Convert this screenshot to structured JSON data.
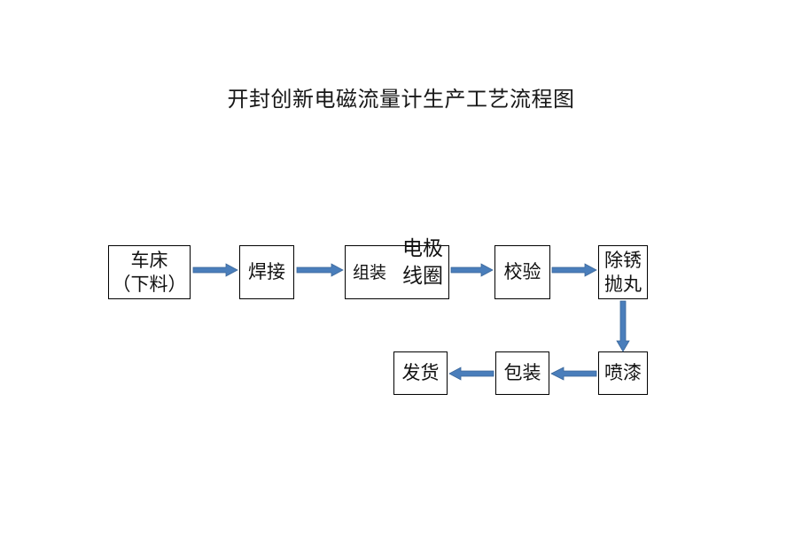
{
  "title": "开封创新电磁流量计生产工艺流程图",
  "colors": {
    "arrow": "#4a7ebb",
    "arrow_edge": "#3a6699",
    "box_border": "#000000",
    "box_fill": "#ffffff",
    "background": "#ffffff",
    "text": "#111111"
  },
  "chart_data": {
    "type": "diagram",
    "diagram_kind": "process-flowchart",
    "title": "开封创新电磁流量计生产工艺流程图",
    "orientation": "left-to-right, then wraps right-to-left",
    "nodes": [
      {
        "id": "lathe",
        "label": "车床\n（下料）",
        "row": 1,
        "order": 1
      },
      {
        "id": "welding",
        "label": "焊接",
        "row": 1,
        "order": 2
      },
      {
        "id": "assembly",
        "label": "组装 电极线圈",
        "label_left": "组装",
        "label_right": "电极\n线圈",
        "row": 1,
        "order": 3
      },
      {
        "id": "calibration",
        "label": "校验",
        "row": 1,
        "order": 4
      },
      {
        "id": "derusting",
        "label": "除锈\n抛丸",
        "row": 1,
        "order": 5
      },
      {
        "id": "painting",
        "label": "喷漆",
        "row": 2,
        "order": 6
      },
      {
        "id": "packaging",
        "label": "包装",
        "row": 2,
        "order": 7
      },
      {
        "id": "shipping",
        "label": "发货",
        "row": 2,
        "order": 8
      }
    ],
    "edges": [
      {
        "from": "lathe",
        "to": "welding",
        "direction": "right"
      },
      {
        "from": "welding",
        "to": "assembly",
        "direction": "right"
      },
      {
        "from": "assembly",
        "to": "calibration",
        "direction": "right"
      },
      {
        "from": "calibration",
        "to": "derusting",
        "direction": "right"
      },
      {
        "from": "derusting",
        "to": "painting",
        "direction": "down"
      },
      {
        "from": "painting",
        "to": "packaging",
        "direction": "left"
      },
      {
        "from": "packaging",
        "to": "shipping",
        "direction": "left"
      }
    ]
  }
}
